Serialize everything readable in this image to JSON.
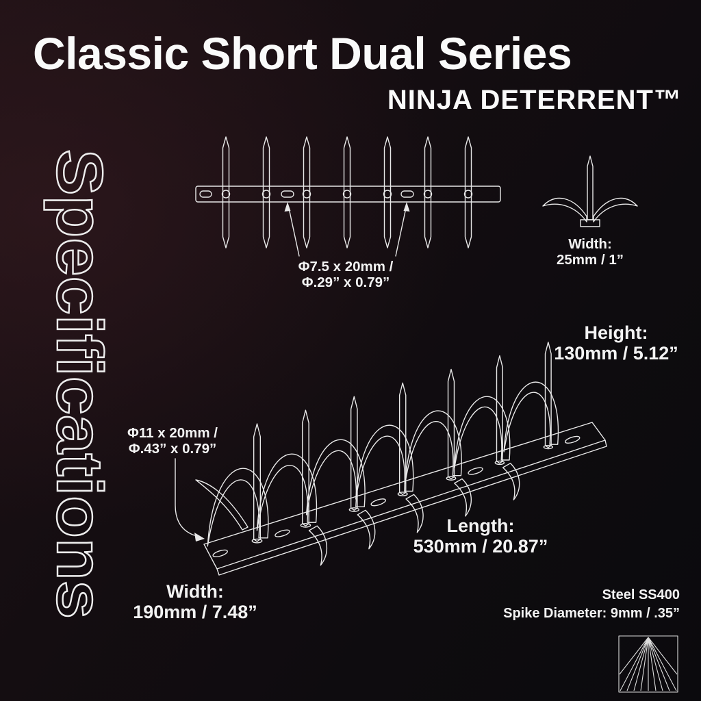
{
  "header": {
    "title": "Classic Short Dual Series",
    "brand": "NINJA DETERRENT™"
  },
  "side_label": "Specifications",
  "front_view": {
    "slot_spec_line1": "Φ7.5 x 20mm /",
    "slot_spec_line2": "Φ.29” x 0.79”"
  },
  "end_view": {
    "width_title": "Width:",
    "width_value": "25mm / 1”"
  },
  "iso_view": {
    "height_title": "Height:",
    "height_value": "130mm / 5.12”",
    "hole_spec_line1": "Φ11 x 20mm /",
    "hole_spec_line2": "Φ.43” x 0.79”",
    "length_title": "Length:",
    "length_value": "530mm / 20.87”",
    "width_title": "Width:",
    "width_value": "190mm / 7.48”"
  },
  "footer": {
    "material": "Steel SS400",
    "spike_diameter": "Spike Diameter: 9mm / .35”"
  },
  "colors": {
    "text": "#f3f3f3",
    "line": "#e8e8e8",
    "background": "#120d10"
  }
}
